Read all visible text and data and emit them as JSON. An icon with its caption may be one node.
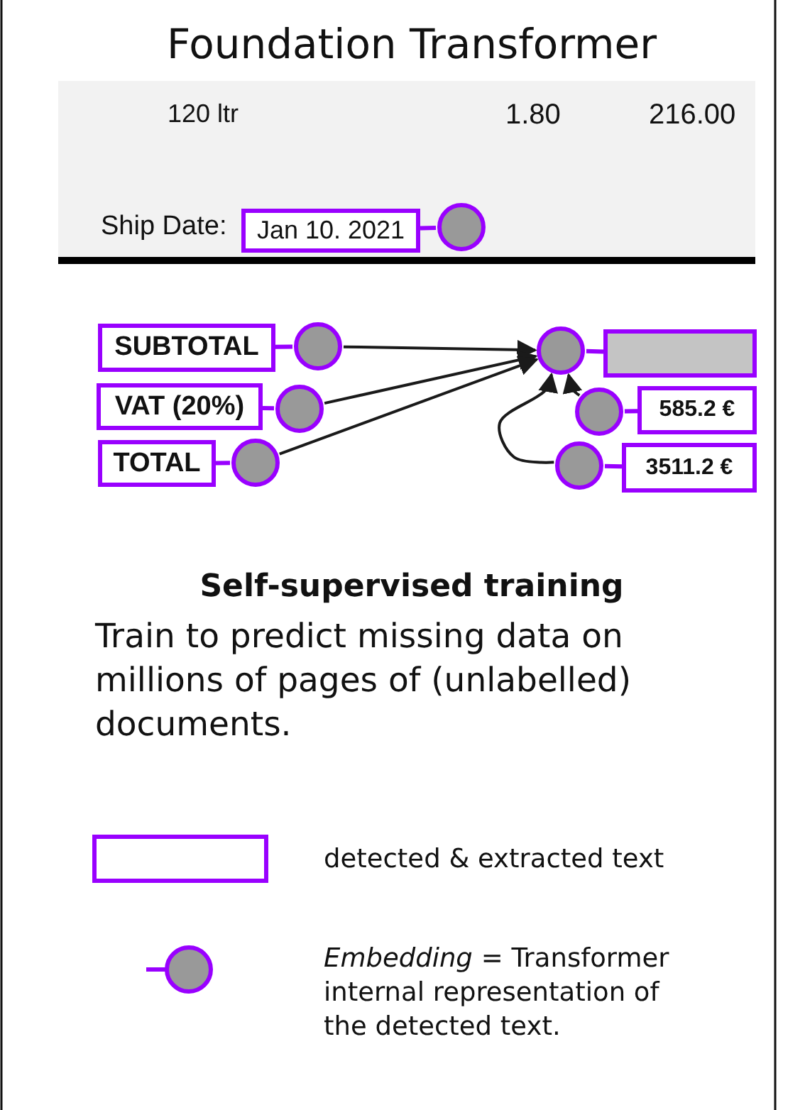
{
  "diagram": {
    "title": "Foundation Transformer",
    "nodes": [
      {
        "text": [
          "Jan 10. 2021"
        ]
      },
      {
        "text": [],
        "shape": "circle"
      },
      {
        "text": [
          "SUBTOTAL"
        ]
      },
      {
        "text": [],
        "shape": "circle"
      },
      {
        "text": [
          "VAT (20%)"
        ]
      },
      {
        "text": [],
        "shape": "circle"
      },
      {
        "text": [
          "TOTAL"
        ]
      },
      {
        "text": [],
        "shape": "circle"
      },
      {
        "text": [],
        "shape": "circle"
      },
      {
        "text": [],
        "shape": "box"
      },
      {
        "text": [],
        "shape": "circle"
      },
      {
        "text": [
          "585.2 €"
        ]
      },
      {
        "text": [],
        "shape": "circle"
      },
      {
        "text": [
          "3511.2 €"
        ]
      }
    ],
    "edges": [
      {
        "from": 0,
        "to": 1,
        "arrow": "none"
      },
      {
        "from": 2,
        "to": 3,
        "arrow": "none"
      },
      {
        "from": 4,
        "to": 5,
        "arrow": "none"
      },
      {
        "from": 6,
        "to": 7,
        "arrow": "none"
      },
      {
        "from": 3,
        "to": 8,
        "arrow": "to",
        "color": "#1a1a1a"
      },
      {
        "from": 5,
        "to": 8,
        "arrow": "to",
        "color": "#1a1a1a"
      },
      {
        "from": 7,
        "to": 8,
        "arrow": "to",
        "color": "#1a1a1a"
      },
      {
        "from": 8,
        "to": 9,
        "arrow": "none"
      },
      {
        "from": 10,
        "to": 11,
        "arrow": "none"
      },
      {
        "from": 12,
        "to": 13,
        "arrow": "none"
      },
      {
        "from": 10,
        "to": 8,
        "arrow": "to",
        "color": "#1a1a1a"
      },
      {
        "from": 12,
        "to": 8,
        "arrow": "to",
        "color": "#1a1a1a"
      }
    ],
    "labels": [
      "120 ltr",
      "1.80",
      "216.00",
      "Ship Date:",
      "Self-supervised training",
      "Train to predict missing data on millions of pages of (unlabelled) documents."
    ],
    "legend": [
      {
        "text": "detected & extracted text"
      },
      {
        "text": "*Embedding* = Transformer  internal representation of the detected text."
      }
    ]
  }
}
